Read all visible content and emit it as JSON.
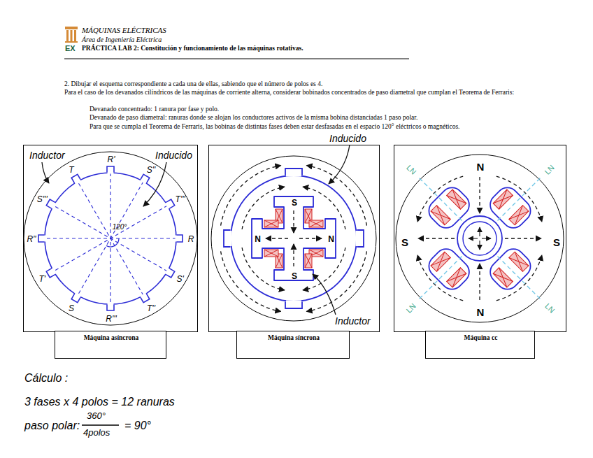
{
  "diagram": {
    "title": "MÁQUINAS ELÉCTRICAS",
    "nodes": [
      {
        "text": [
          "Inductor",
          "Inducido",
          "R'",
          "S''",
          "T'''",
          "R",
          "S'",
          "T''",
          "R'''",
          "S",
          "T'",
          "R''",
          "S'''",
          "T",
          "120°"
        ]
      },
      {
        "text": [
          "Máquina asíncrona"
        ]
      },
      {
        "text": [
          "Inducido",
          "S",
          "N",
          "N",
          "S",
          "Inductor"
        ]
      },
      {
        "text": [
          "Máquina síncrona"
        ]
      },
      {
        "text": [
          "N",
          "S",
          "S",
          "N",
          "LN",
          "LN",
          "LN",
          "LN"
        ]
      },
      {
        "text": [
          "Máquina cc"
        ]
      }
    ],
    "labels": [
      "EX",
      "Área de Ingeniería Eléctrica",
      "PRÁCTICA LAB 2: Constitución y funcionamiento de las máquinas rotativas.",
      "2. Dibujar el esquema correspondiente a cada una de ellas, sabiendo que el número de polos es 4.",
      "Para el caso de los devanados cilíndricos de las máquinas de corriente alterna, considerar bobinados concentrados de paso diametral que cumplan el Teorema de Ferraris:",
      "Devanado concentrado: 1 ranura por fase y polo.",
      "Devanado de paso diametral: ranuras donde se alojan los conductores activos de la misma bobina distanciadas 1 paso polar.",
      "Para que se cumpla el Teorema de Ferraris, las bobinas de distintas fases deben estar desfasadas en el espacio 120° eléctricos o magnéticos.",
      "Cálculo :",
      "3 fases x 4 polos = 12 ranuras",
      "paso polar:",
      "360°",
      "4polos",
      "= 90°"
    ]
  }
}
